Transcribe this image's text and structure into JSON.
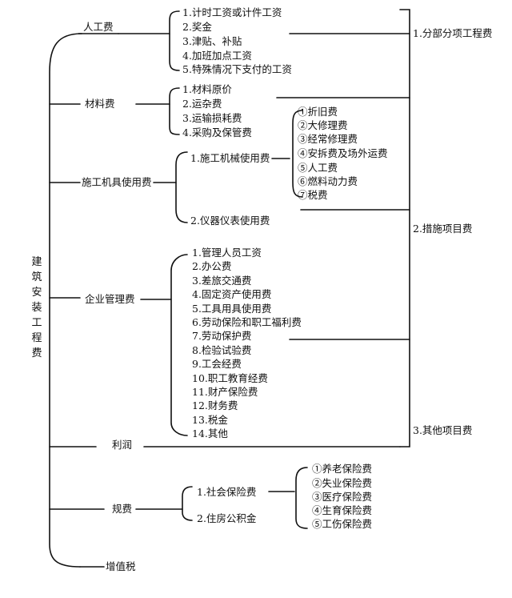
{
  "root": "建筑安装工程费",
  "categories": {
    "labor": "人工费",
    "material": "材料费",
    "machinery": "施工机具使用费",
    "management": "企业管理费",
    "profit": "利润",
    "fees": "规费",
    "vat": "增值税"
  },
  "labor_items": [
    "1.计时工资或计件工资",
    "2.奖金",
    "3.津贴、补贴",
    "4.加班加点工资",
    "5.特殊情况下支付的工资"
  ],
  "material_items": [
    "1.材料原价",
    "2.运杂费",
    "3.运输损耗费",
    "4.采购及保管费"
  ],
  "machinery_items": [
    "1.施工机械使用费",
    "2.仪器仪表使用费"
  ],
  "machine_use_items": [
    "①折旧费",
    "②大修理费",
    "③经常修理费",
    "④安拆费及场外运费",
    "⑤人工费",
    "⑥燃料动力费",
    "⑦税费"
  ],
  "management_items": [
    "1.管理人员工资",
    "2.办公费",
    "3.差旅交通费",
    "4.固定资产使用费",
    "5.工具用具使用费",
    "6.劳动保险和职工福利费",
    "7.劳动保护费",
    "8.检验试验费",
    "9.工会经费",
    "10.职工教育经费",
    "11.财产保险费",
    "12.财务费",
    "13.税金",
    "14.其他"
  ],
  "fee_items": [
    "1.社会保险费",
    "2.住房公积金"
  ],
  "social_insurance_items": [
    "①养老保险费",
    "②失业保险费",
    "③医疗保险费",
    "④生育保险费",
    "⑤工伤保险费"
  ],
  "project_fees": [
    "1.分部分项工程费",
    "2.措施项目费",
    "3.其他项目费"
  ]
}
